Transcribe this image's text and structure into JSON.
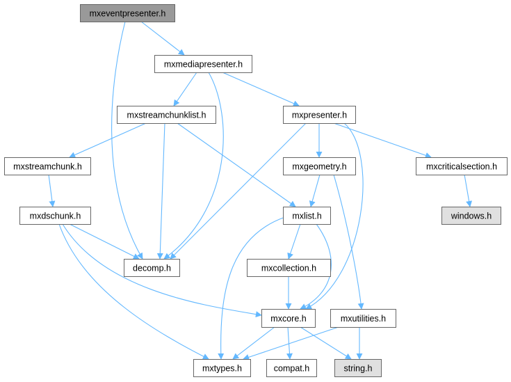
{
  "graph": {
    "nodes": [
      {
        "id": "mxeventpresenter",
        "label": "mxeventpresenter.h",
        "style": "root"
      },
      {
        "id": "mxmediapresenter",
        "label": "mxmediapresenter.h",
        "style": "normal"
      },
      {
        "id": "mxstreamchunklist",
        "label": "mxstreamchunklist.h",
        "style": "normal"
      },
      {
        "id": "mxpresenter",
        "label": "mxpresenter.h",
        "style": "normal"
      },
      {
        "id": "mxstreamchunk",
        "label": "mxstreamchunk.h",
        "style": "normal"
      },
      {
        "id": "mxgeometry",
        "label": "mxgeometry.h",
        "style": "normal"
      },
      {
        "id": "mxcriticalsection",
        "label": "mxcriticalsection.h",
        "style": "normal"
      },
      {
        "id": "windows",
        "label": "windows.h",
        "style": "external"
      },
      {
        "id": "mxdschunk",
        "label": "mxdschunk.h",
        "style": "normal"
      },
      {
        "id": "mxlist",
        "label": "mxlist.h",
        "style": "normal"
      },
      {
        "id": "decomp",
        "label": "decomp.h",
        "style": "normal"
      },
      {
        "id": "mxcollection",
        "label": "mxcollection.h",
        "style": "normal"
      },
      {
        "id": "mxcore",
        "label": "mxcore.h",
        "style": "normal"
      },
      {
        "id": "mxutilities",
        "label": "mxutilities.h",
        "style": "normal"
      },
      {
        "id": "mxtypes",
        "label": "mxtypes.h",
        "style": "normal"
      },
      {
        "id": "compat",
        "label": "compat.h",
        "style": "normal"
      },
      {
        "id": "string",
        "label": "string.h",
        "style": "external"
      }
    ],
    "edges": [
      [
        "mxeventpresenter",
        "mxmediapresenter"
      ],
      [
        "mxeventpresenter",
        "decomp"
      ],
      [
        "mxmediapresenter",
        "mxstreamchunklist"
      ],
      [
        "mxmediapresenter",
        "decomp"
      ],
      [
        "mxmediapresenter",
        "mxpresenter"
      ],
      [
        "mxstreamchunklist",
        "mxstreamchunk"
      ],
      [
        "mxstreamchunklist",
        "decomp"
      ],
      [
        "mxstreamchunklist",
        "mxlist"
      ],
      [
        "mxpresenter",
        "decomp"
      ],
      [
        "mxpresenter",
        "mxgeometry"
      ],
      [
        "mxpresenter",
        "mxcriticalsection"
      ],
      [
        "mxpresenter",
        "mxcore"
      ],
      [
        "mxgeometry",
        "mxlist"
      ],
      [
        "mxgeometry",
        "mxutilities"
      ],
      [
        "mxcriticalsection",
        "windows"
      ],
      [
        "mxstreamchunk",
        "mxdschunk"
      ],
      [
        "mxdschunk",
        "decomp"
      ],
      [
        "mxdschunk",
        "mxcore"
      ],
      [
        "mxdschunk",
        "mxtypes"
      ],
      [
        "mxlist",
        "mxcollection"
      ],
      [
        "mxlist",
        "mxcore"
      ],
      [
        "mxlist",
        "mxtypes"
      ],
      [
        "mxcollection",
        "mxcore"
      ],
      [
        "mxcore",
        "mxtypes"
      ],
      [
        "mxcore",
        "compat"
      ],
      [
        "mxcore",
        "string"
      ],
      [
        "mxutilities",
        "mxtypes"
      ],
      [
        "mxutilities",
        "string"
      ]
    ],
    "colors": {
      "edge": "#63b8ff",
      "root_fill": "#999999",
      "external_fill": "#e0e0e0",
      "node_fill": "#ffffff",
      "border": "#666666"
    }
  }
}
